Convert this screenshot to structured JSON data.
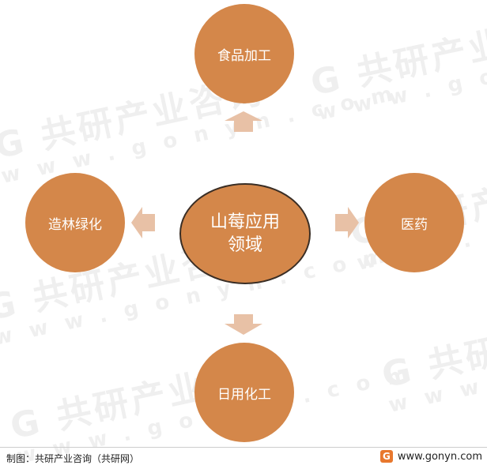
{
  "center": {
    "line1": "山莓应用",
    "line2": "领域"
  },
  "nodes": {
    "top": "食品加工",
    "left": "造林绿化",
    "right": "医药",
    "bottom": "日用化工"
  },
  "watermark": {
    "text": "G 共研产业咨询",
    "url": "www.gonyn.com"
  },
  "footer": {
    "credit": "制图：共研产业咨询（共研网）",
    "logo_letter": "G",
    "site": "www.gonyn.com"
  },
  "colors": {
    "node": "#d4874a",
    "arrow": "#e8c1a6",
    "center_border": "#3a2e25"
  }
}
